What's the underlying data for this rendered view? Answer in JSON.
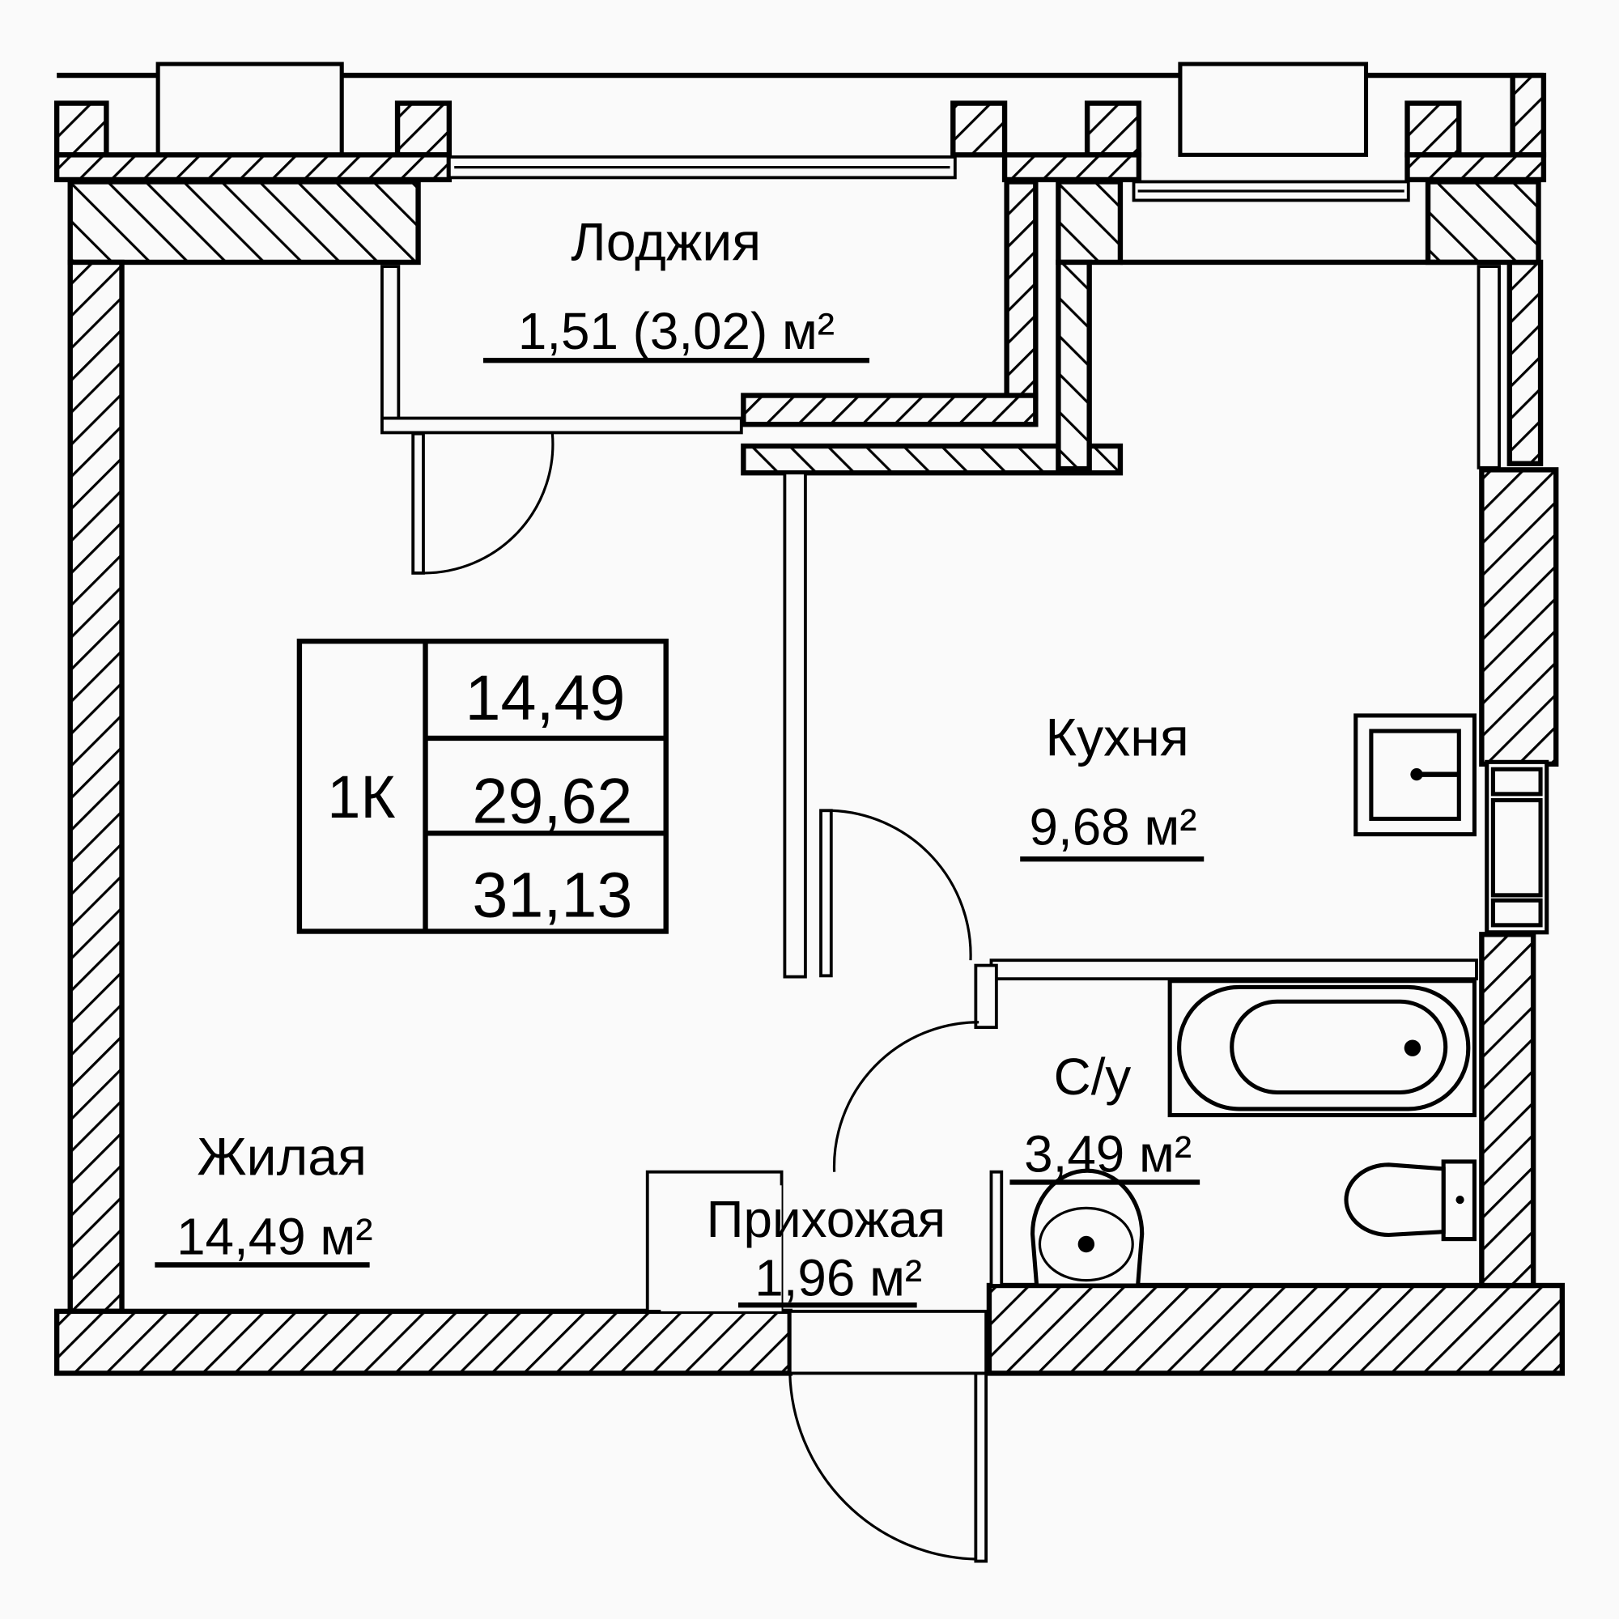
{
  "plan": {
    "type_label": "1К",
    "summary": {
      "living_area": "14,49",
      "total_area_no_loggia": "29,62",
      "total_area": "31,13"
    },
    "rooms": [
      {
        "id": "loggia",
        "name": "Лоджия",
        "area": "1,51 (3,02) м²"
      },
      {
        "id": "kitchen",
        "name": "Кухня",
        "area": "9,68 м²"
      },
      {
        "id": "living",
        "name": "Жилая",
        "area": "14,49 м²"
      },
      {
        "id": "hallway",
        "name": "Прихожая",
        "area": "1,96 м²"
      },
      {
        "id": "bathroom",
        "name": "С/у",
        "area": "3,49 м²"
      }
    ],
    "colors": {
      "line": "#000000",
      "background": "#fafafa"
    }
  }
}
